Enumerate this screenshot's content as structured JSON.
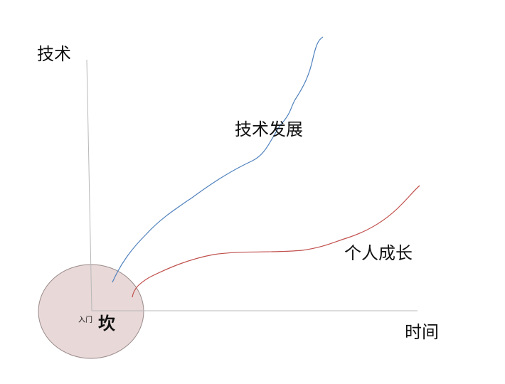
{
  "diagram": {
    "y_axis_label": "技术",
    "x_axis_label": "时间",
    "series": [
      {
        "name": "技术发展",
        "color": "#4f81bd"
      },
      {
        "name": "个人成长",
        "color": "#c0504d"
      }
    ],
    "entry_gap": {
      "small_text": "入门",
      "big_text": "坎",
      "fill": "#e8d8d8",
      "stroke": "#9a8a8a"
    },
    "axis_color": "#b8b8b8"
  }
}
